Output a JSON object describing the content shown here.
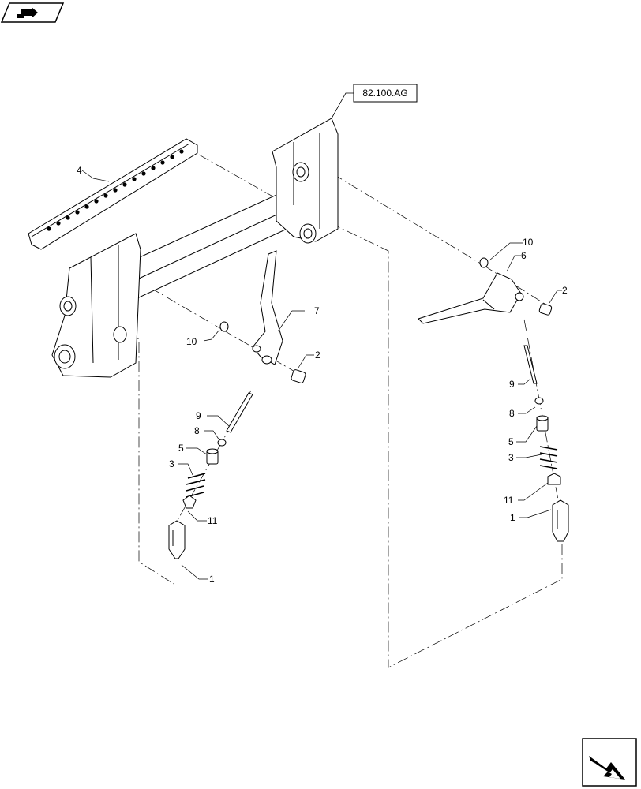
{
  "reference_box": "82.100.AG",
  "callouts": [
    {
      "id": "c4",
      "text": "4"
    },
    {
      "id": "c10a",
      "text": "10"
    },
    {
      "id": "c10b",
      "text": "10"
    },
    {
      "id": "c6",
      "text": "6"
    },
    {
      "id": "c2a",
      "text": "2"
    },
    {
      "id": "c2b",
      "text": "2"
    },
    {
      "id": "c7",
      "text": "7"
    },
    {
      "id": "c9a",
      "text": "9"
    },
    {
      "id": "c9b",
      "text": "9"
    },
    {
      "id": "c8a",
      "text": "8"
    },
    {
      "id": "c8b",
      "text": "8"
    },
    {
      "id": "c5a",
      "text": "5"
    },
    {
      "id": "c5b",
      "text": "5"
    },
    {
      "id": "c3a",
      "text": "3"
    },
    {
      "id": "c3b",
      "text": "3"
    },
    {
      "id": "c11a",
      "text": "11"
    },
    {
      "id": "c11b",
      "text": "11"
    },
    {
      "id": "c1a",
      "text": "1"
    },
    {
      "id": "c1b",
      "text": "1"
    }
  ],
  "icons": {
    "top_left": "page-nav-icon",
    "bottom_right": "next-page-icon"
  }
}
